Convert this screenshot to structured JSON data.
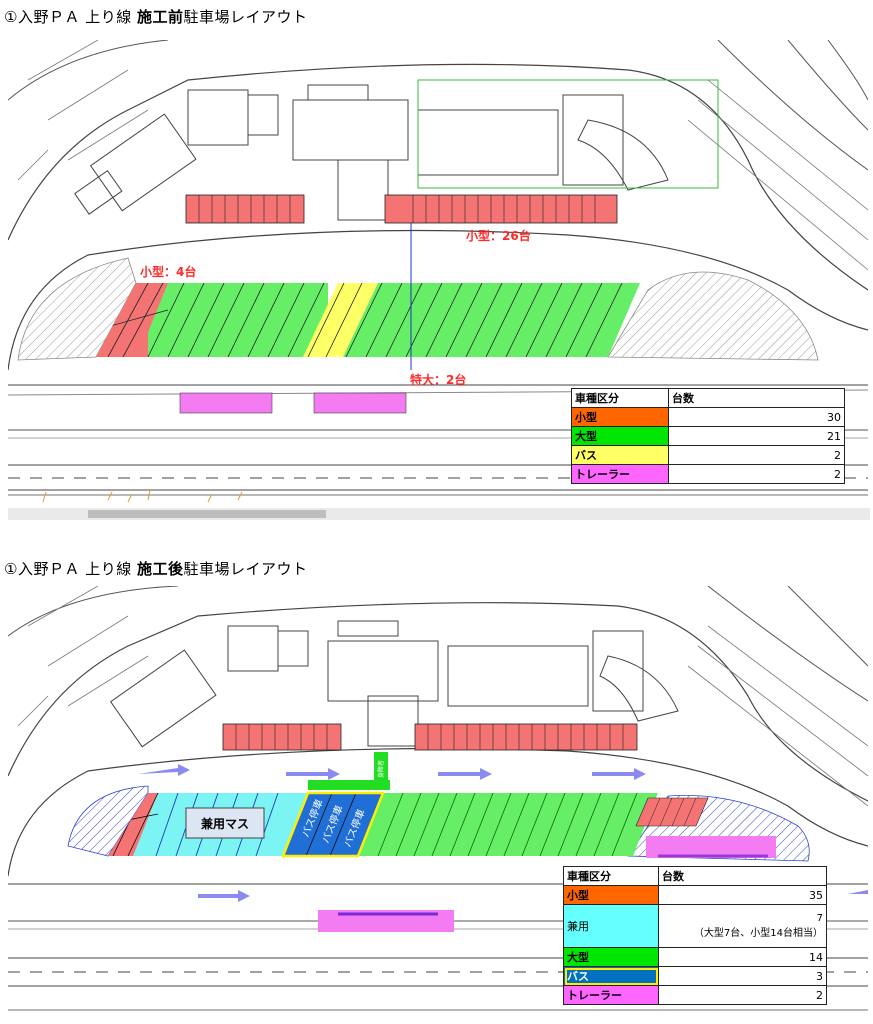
{
  "before": {
    "title_prefix": "①入野ＰＡ 上り線 ",
    "title_bold": "施工前",
    "title_suffix": "駐車場レイアウト",
    "labels": {
      "small_top": "小型：26台",
      "small_left": "小型：4台",
      "special_large": "特大：2台"
    },
    "legend": {
      "header": [
        "車種区分",
        "台数"
      ],
      "rows": [
        {
          "category": "小型",
          "count": "30",
          "color": "#ff6600"
        },
        {
          "category": "大型",
          "count": "21",
          "color": "#00e600"
        },
        {
          "category": "バス",
          "count": "2",
          "color": "#ffff66"
        },
        {
          "category": "トレーラー",
          "count": "2",
          "color": "#ff66ff"
        }
      ]
    }
  },
  "after": {
    "title_prefix": "①入野ＰＡ 上り線 ",
    "title_bold": "施工後",
    "title_suffix": "駐車場レイアウト",
    "labels": {
      "shared_area": "兼用マス",
      "bus_stall": "バス停車",
      "green_stall": "身障者"
    },
    "legend": {
      "header": [
        "車種区分",
        "台数"
      ],
      "rows": [
        {
          "category": "小型",
          "count": "35",
          "note": "",
          "color": "#ff6600"
        },
        {
          "category": "兼用",
          "count": "7",
          "note": "（大型7台、小型14台相当）",
          "color": "#66ffff"
        },
        {
          "category": "大型",
          "count": "14",
          "note": "",
          "color": "#00e600"
        },
        {
          "category": "バス",
          "count": "3",
          "note": "",
          "color": "#0070c0"
        },
        {
          "category": "トレーラー",
          "count": "2",
          "note": "",
          "color": "#ff66ff"
        }
      ]
    }
  },
  "colors": {
    "small": "#f47474",
    "large": "#66ee66",
    "bus_before": "#ffff66",
    "trailer": "#f37cf3",
    "shared": "#7df4f4",
    "bus_after": "#1f6fd6",
    "hatch": "#8a8a8a",
    "label_red": "#ff2a2a"
  }
}
